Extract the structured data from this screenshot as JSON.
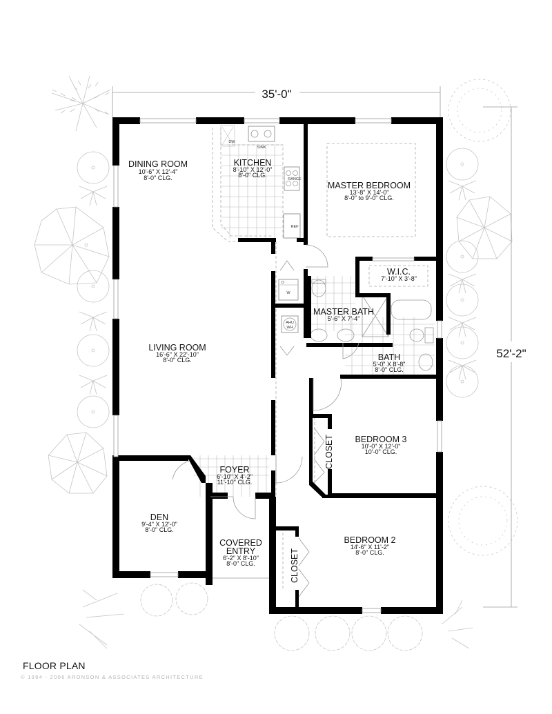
{
  "title": "FLOOR PLAN",
  "copyright": "© 1994 - 2006 ARONSON & ASSOCIATES ARCHITECTURE",
  "dimensions": {
    "width": "35'-0\"",
    "depth": "52'-2\""
  },
  "rooms": {
    "dining": {
      "name": "DINING ROOM",
      "size": "10'-6\" X 12'-4\"",
      "ceiling": "8'-0\" CLG."
    },
    "kitchen": {
      "name": "KITCHEN",
      "size": "8'-10\" X 12'-0\"",
      "ceiling": "8'-0\" CLG."
    },
    "master_bedroom": {
      "name": "MASTER BEDROOM",
      "size": "13'-8\" X 14'-0\"",
      "ceiling": "8'-0\" to 9'-0\" CLG."
    },
    "wic": {
      "name": "W.I.C.",
      "size": "7'-10\" X 3'-8\""
    },
    "master_bath": {
      "name": "MASTER BATH",
      "size": "5'-6\" X 7'-4\""
    },
    "bath": {
      "name": "BATH",
      "size": "5'-0\" X 8'-8\"",
      "ceiling": "8'-0\" CLG."
    },
    "living": {
      "name": "LIVING ROOM",
      "size": "16'-6\" X 22'-10\"",
      "ceiling": "8'-0\" CLG."
    },
    "bedroom3": {
      "name": "BEDROOM 3",
      "size": "10'-0\" X 12'-0\"",
      "ceiling": "10'-0\" CLG."
    },
    "closet3": {
      "name": "CLOSET"
    },
    "foyer": {
      "name": "FOYER",
      "size": "6'-10\" X 4'-2\"",
      "ceiling": "11'-10\" CLG."
    },
    "den": {
      "name": "DEN",
      "size": "9'-4\" X 12'-0\"",
      "ceiling": "8'-0\" CLG."
    },
    "covered_entry": {
      "name1": "COVERED",
      "name2": "ENTRY",
      "size": "6'-2\" X 8'-10\"",
      "ceiling": "8'-0\" CLG."
    },
    "bedroom2": {
      "name": "BEDROOM 2",
      "size": "14'-6\" X 11'-2\"",
      "ceiling": "8'-0\" CLG."
    },
    "closet2": {
      "name": "CLOSET"
    }
  },
  "fixtures": {
    "dw": "DW",
    "sink": "SINK",
    "range": "RANGE",
    "ref": "REF",
    "dryer": "D",
    "washer": "W",
    "ahu1": "AHU",
    "ahu2": "WH"
  }
}
